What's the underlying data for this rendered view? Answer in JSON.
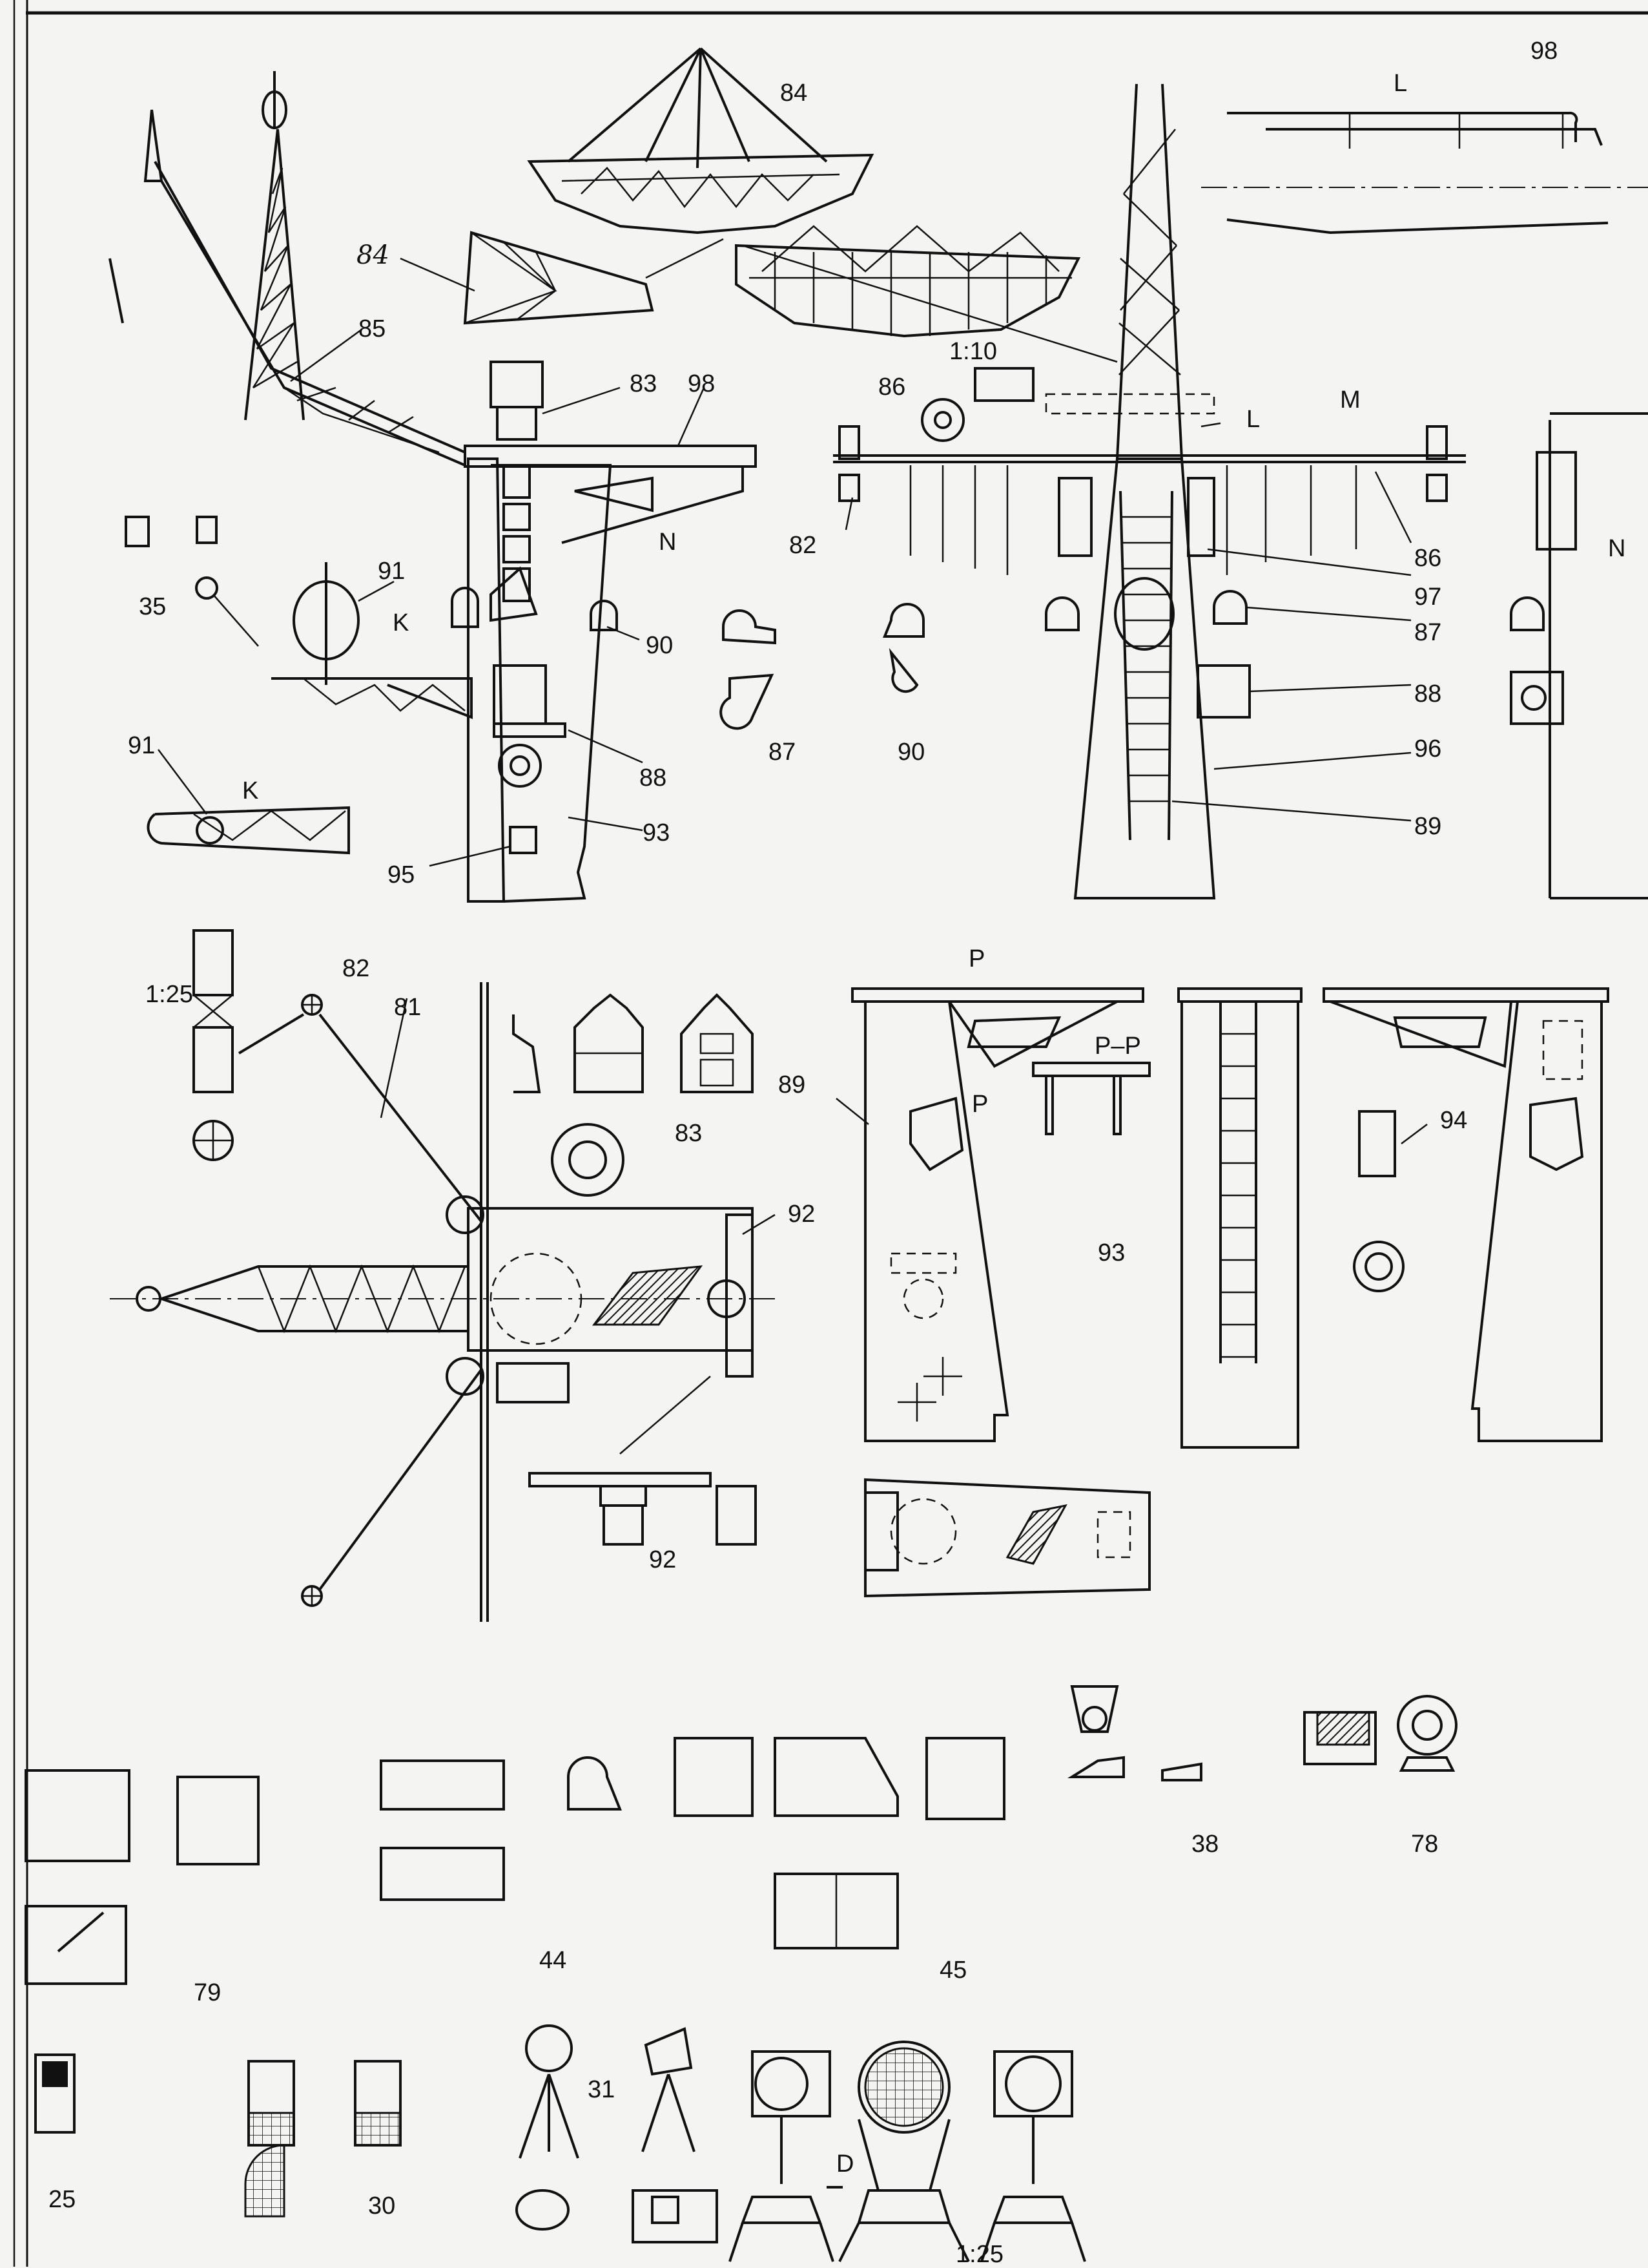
{
  "labels": {
    "n84_top": "84",
    "n84_hand": "84",
    "n85": "85",
    "n83_top": "83",
    "n98_mast": "98",
    "n98_corner": "98",
    "L_top": "L",
    "L_arrow": "L",
    "M_arrow": "M",
    "N_side": "N",
    "N_mast": "N",
    "n86_a": "86",
    "n86_b": "86",
    "scale_110": "1:10",
    "n82_a": "82",
    "n82_b": "82",
    "n97": "97",
    "n87_a": "87",
    "n87_b": "87",
    "n88_a": "88",
    "n88_b": "88",
    "n90_a": "90",
    "n90_b": "90",
    "n90_c": "96",
    "n89_a": "89",
    "n89_b": "89",
    "n91_a": "91",
    "n91_b": "91",
    "K_a": "K",
    "K_b": "K",
    "n35": "35",
    "n93_a": "93",
    "n93_b": "93",
    "n95": "95",
    "scale_125_a": "1:25",
    "n81": "81",
    "n83_b": "83",
    "n92_a": "92",
    "n92_b": "92",
    "P_a": "P",
    "P_b": "P",
    "PP": "P–P",
    "n94": "94",
    "n38": "38",
    "n78": "78",
    "n79": "79",
    "n44": "44",
    "n45": "45",
    "n31": "31",
    "D": "D",
    "n25": "25",
    "n30": "30",
    "scale_125_b": "1:25"
  }
}
